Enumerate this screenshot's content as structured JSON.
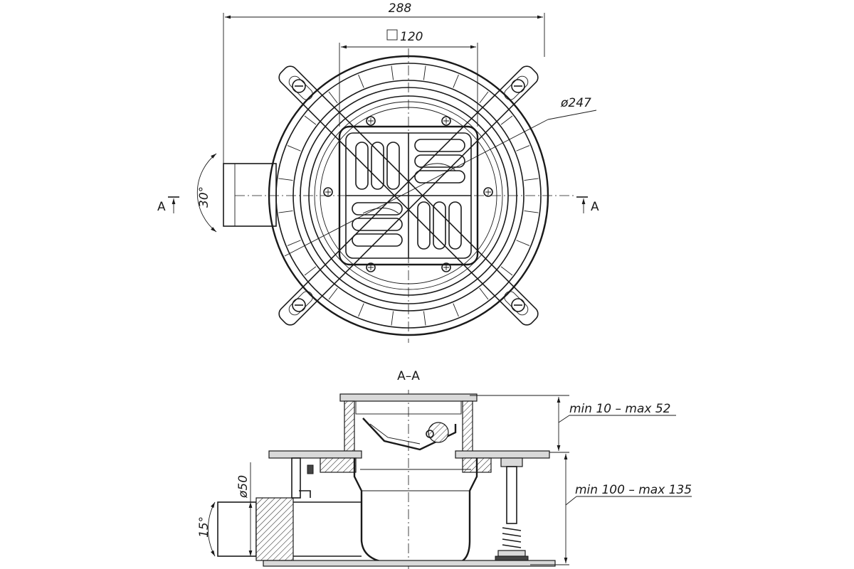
{
  "plan_view": {
    "dim_overall_width": "288",
    "dim_grate_square": "120",
    "dim_diameter": "ø247",
    "dim_outlet_angle": "30°",
    "section_mark_left": "A",
    "section_mark_right": "A"
  },
  "section_view": {
    "title": "A–A",
    "dim_frame_height": "min 10 – max 52",
    "dim_body_height": "min 100 – max 135",
    "dim_outlet_diameter": "ø50",
    "dim_outlet_slope": "15°"
  }
}
